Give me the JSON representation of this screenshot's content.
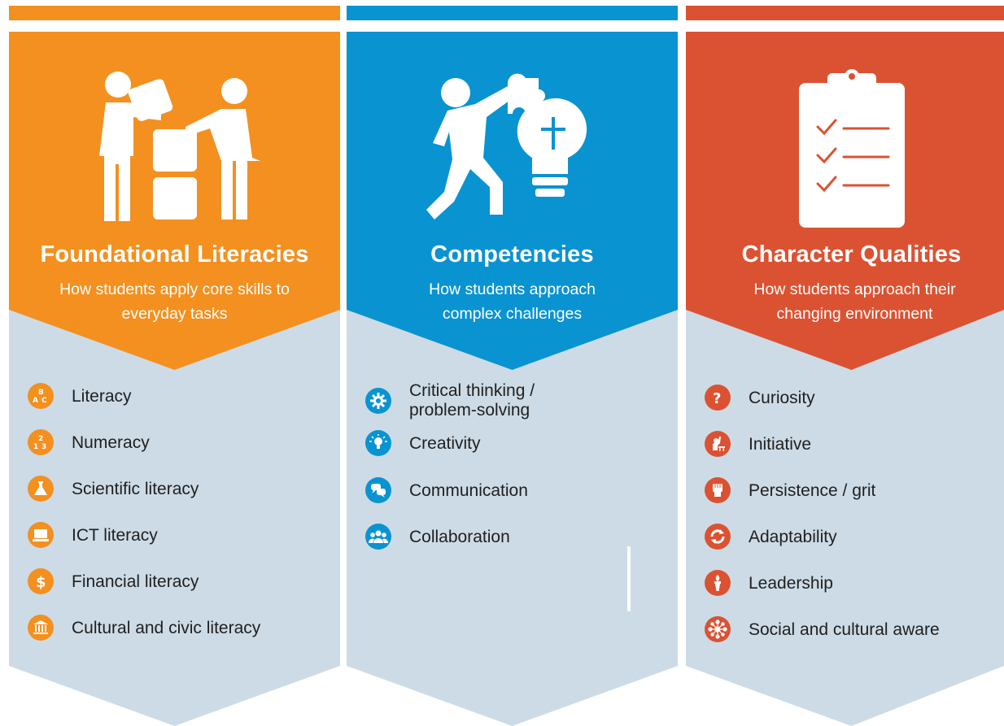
{
  "colors": {
    "orange": "#F39020",
    "blue": "#0A93D1",
    "red": "#DB5232",
    "panel": "#CDDBE6"
  },
  "columns": [
    {
      "title": "Foundational Literacies",
      "subtitle_lines": [
        "How students apply core skills to",
        "everyday tasks"
      ],
      "illustration": "people-stacking-blocks-icon",
      "items": [
        {
          "label": "Literacy",
          "icon": "abc-icon"
        },
        {
          "label": "Numeracy",
          "icon": "numbers-icon"
        },
        {
          "label": "Scientific literacy",
          "icon": "flask-icon"
        },
        {
          "label": "ICT literacy",
          "icon": "computer-icon"
        },
        {
          "label": "Financial literacy",
          "icon": "dollar-icon"
        },
        {
          "label": "Cultural and civic literacy",
          "icon": "museum-icon"
        }
      ]
    },
    {
      "title": "Competencies",
      "subtitle_lines": [
        "How students approach",
        "complex challenges"
      ],
      "illustration": "person-puzzle-lightbulb-icon",
      "items": [
        {
          "label": "Critical thinking /",
          "label2": "problem-solving",
          "icon": "gear-icon"
        },
        {
          "label": "Creativity",
          "icon": "lightbulb-icon"
        },
        {
          "label": "Communication",
          "icon": "speech-bubbles-icon"
        },
        {
          "label": "Collaboration",
          "icon": "group-icon"
        }
      ]
    },
    {
      "title": "Character Qualities",
      "subtitle_lines": [
        "How students approach their",
        "changing environment"
      ],
      "illustration": "clipboard-checklist-icon",
      "items": [
        {
          "label": "Curiosity",
          "icon": "question-icon"
        },
        {
          "label": "Initiative",
          "icon": "person-raising-hand-icon"
        },
        {
          "label": "Persistence / grit",
          "icon": "fist-icon"
        },
        {
          "label": "Adaptability",
          "icon": "cycle-arrows-icon"
        },
        {
          "label": "Leadership",
          "icon": "torch-icon"
        },
        {
          "label": "Social and cultural aware",
          "icon": "network-icon"
        }
      ]
    }
  ]
}
